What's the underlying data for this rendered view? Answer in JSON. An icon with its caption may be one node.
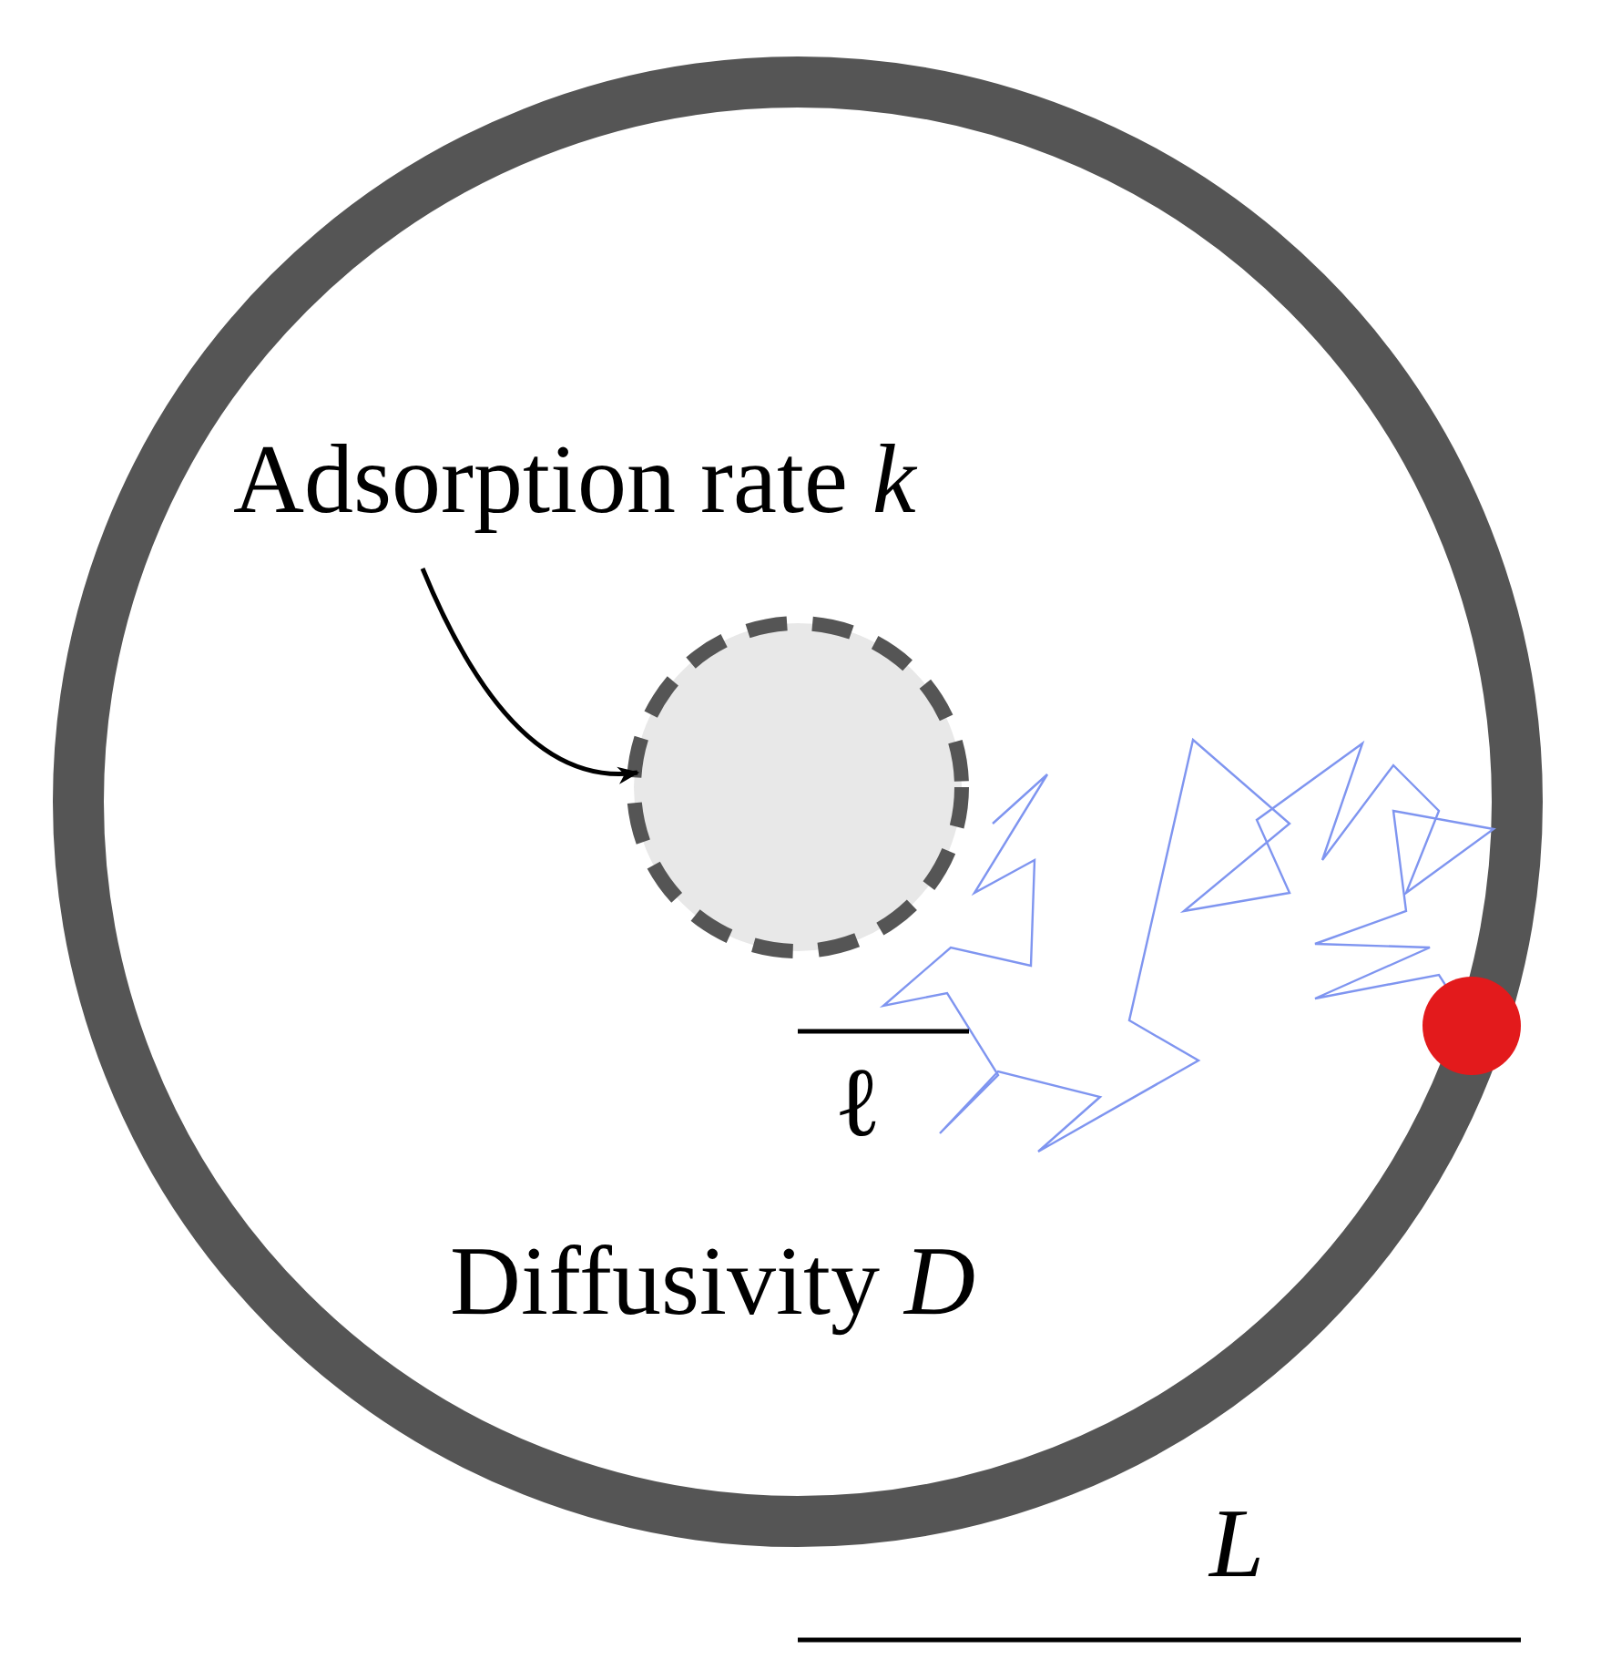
{
  "diagram": {
    "nodes": [
      {
        "text": [
          "Adsorption rate *k*"
        ]
      },
      {
        "text": [],
        "shape": "circle"
      }
    ],
    "edges": [
      {
        "from": 0,
        "to": 1,
        "arrow": "to"
      }
    ],
    "labels": [
      "Diffusivity *D*",
      "ℓ",
      "L"
    ]
  }
}
